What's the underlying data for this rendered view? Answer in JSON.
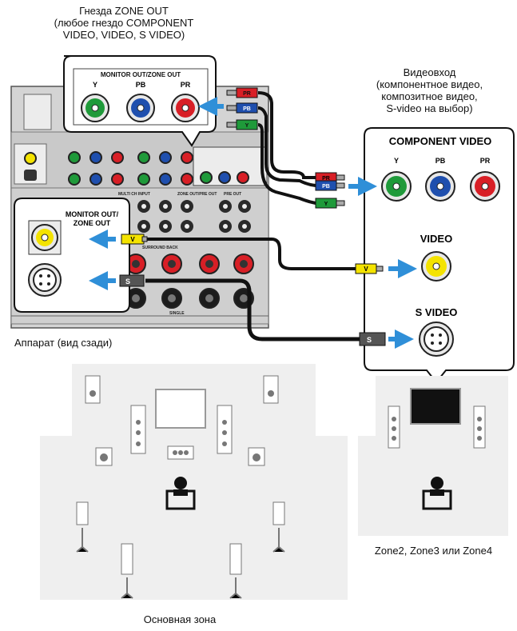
{
  "captions": {
    "zone_out_line1": "Гнезда ZONE OUT",
    "zone_out_line2": "(любое гнездо COMPONENT",
    "zone_out_line3": "VIDEO, VIDEO, S VIDEO)",
    "video_in_line1": "Видеовход",
    "video_in_line2": "(компонентное видео,",
    "video_in_line3": "композитное видео,",
    "video_in_line4": "S-video на выбор)",
    "unit_rear": "Аппарат (вид сзади)",
    "zone_label": "Zone2, Zone3 или Zone4",
    "main_zone": "Основная зона"
  },
  "callouts": {
    "monitor_out_zone_out": "MONITOR OUT/ZONE OUT",
    "y": "Y",
    "pb": "PB",
    "pr": "PR",
    "monitor_out_line1": "MONITOR OUT/",
    "monitor_out_line2": "ZONE OUT"
  },
  "tv_panel": {
    "component_video": "COMPONENT VIDEO",
    "y": "Y",
    "pb": "PB",
    "pr": "PR",
    "video": "VIDEO",
    "s_video": "S VIDEO"
  },
  "plug_tags": {
    "pr": "PR",
    "pb": "PB",
    "y": "Y",
    "v": "V",
    "s": "S"
  },
  "rear_panel_labels": {
    "surround_back": "SURROUND BACK",
    "multi_ch_input": "MULTI CH INPUT",
    "pre_out": "PRE OUT",
    "single": "SINGLE",
    "zone_out_pre_out": "ZONE OUT/PRE OUT"
  },
  "colors": {
    "green": "#1f9a3a",
    "blue": "#1f4fae",
    "red": "#d81f26",
    "yellow": "#f4e300",
    "arrow": "#2f8fd8",
    "panel": "#d6d6d6",
    "room": "#efefef"
  }
}
